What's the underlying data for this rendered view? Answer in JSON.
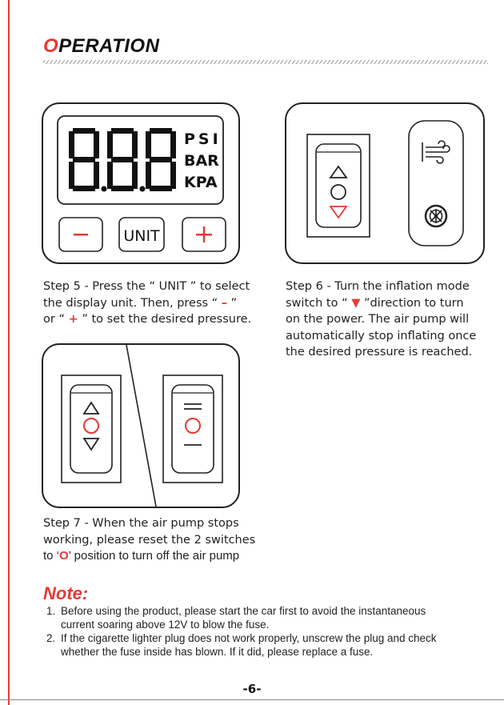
{
  "page": {
    "title_first_letter": "O",
    "title_rest": "PERATION",
    "page_number": "-6-"
  },
  "colors": {
    "accent": "#e53935",
    "ink": "#222222"
  },
  "panel_display": {
    "digits": "888",
    "units": [
      "PSI",
      "BAR",
      "KPA"
    ],
    "buttons": {
      "minus": "−",
      "unit": "UNIT",
      "plus": "+"
    }
  },
  "step5": {
    "line1": "Step 5 - Press the “ UNIT ” to select",
    "line2_before": "the display unit. Then, press “ ",
    "line2_symbol": "–",
    "line2_after": " ”",
    "line3_before": "or “ ",
    "line3_symbol": "+",
    "line3_after": " ” to set the desired pressure."
  },
  "step6": {
    "line1": "Step 6 - Turn the inflation mode",
    "line2_before": "switch to “ ",
    "line2_symbol": "▼",
    "line2_after": " ”direction to turn",
    "line3": "on the power. The air pump will",
    "line4": "automatically stop inflating once",
    "line5": "the desired pressure is reached."
  },
  "step7": {
    "line1": "Step 7 - When the air pump stops",
    "line2": "working, please reset the 2 switches",
    "line3_before": "to ‘",
    "line3_symbol": "O",
    "line3_after": "’ position to turn off the air pump"
  },
  "note": {
    "title": "Note:",
    "items": [
      {
        "num": "1.",
        "line1": "Before using the product, please start the car first to avoid the instantaneous",
        "line2": "current soaring above 12V to blow the fuse."
      },
      {
        "num": "2.",
        "line1": "If the cigarette lighter plug does not work properly, unscrew the plug and check",
        "line2": "whether the fuse inside has blown. If it did, please replace a fuse."
      }
    ]
  },
  "icons": [
    "seven-segment-display",
    "mode-switch-icon",
    "air-flow-icon",
    "wheel-icon",
    "power-switch-icon"
  ]
}
